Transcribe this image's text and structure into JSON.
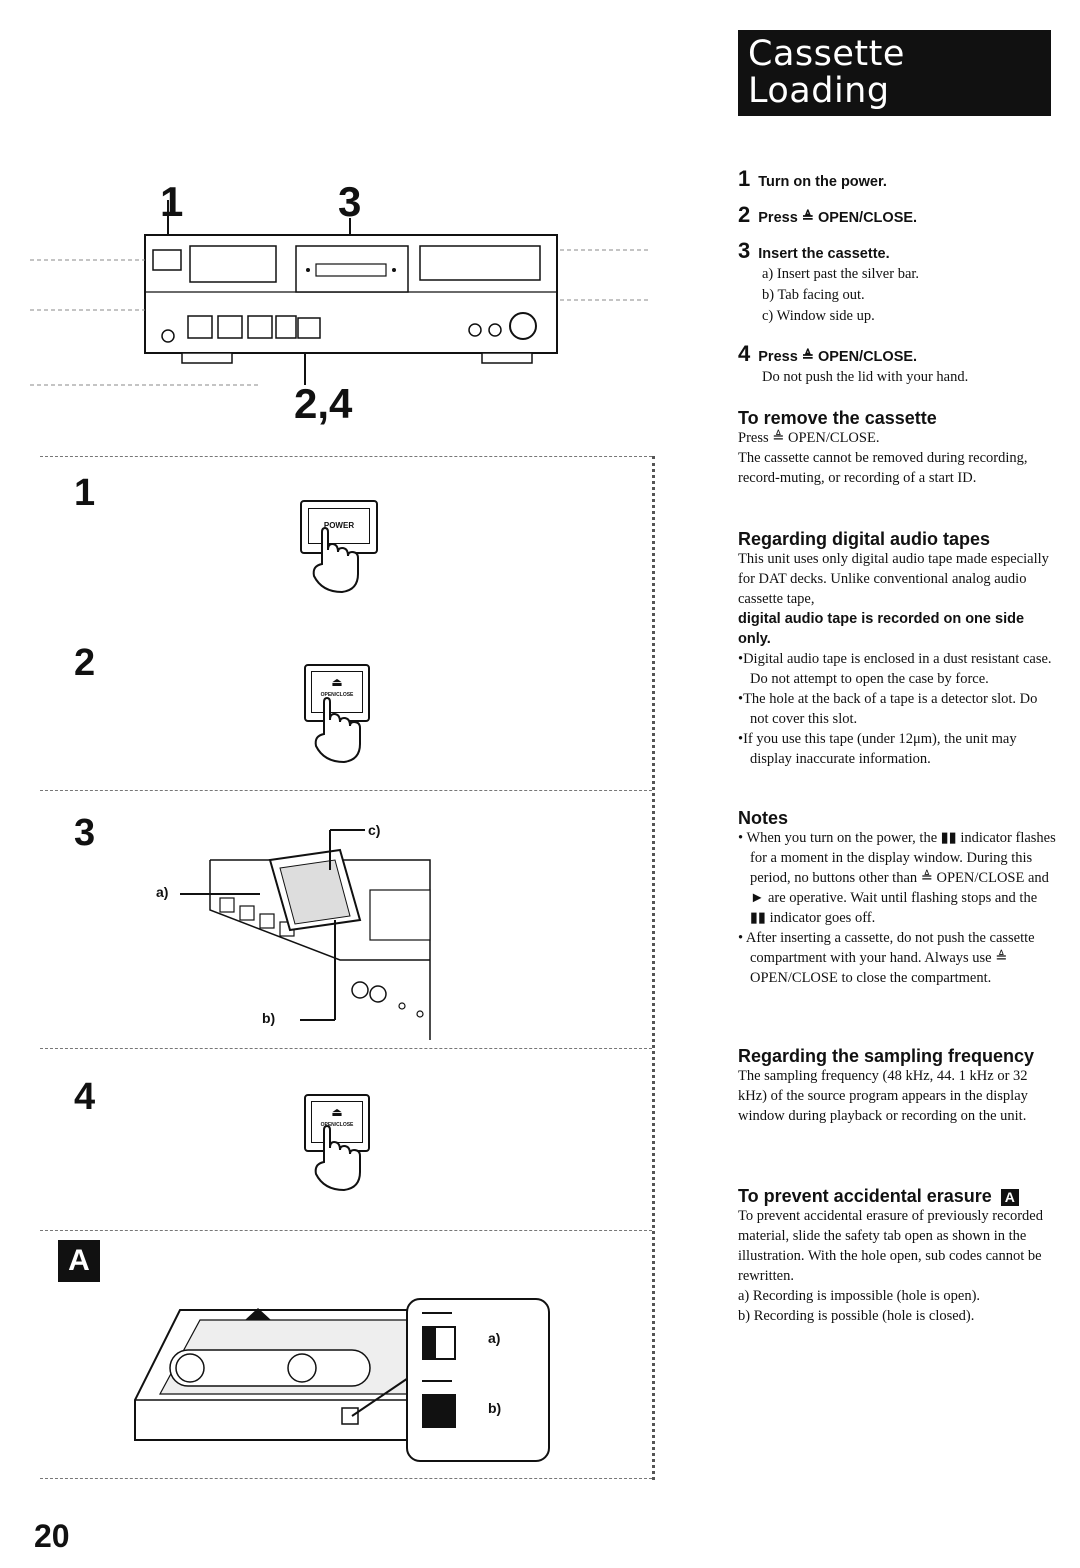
{
  "title": {
    "line1": "Cassette",
    "line2": "Loading"
  },
  "steps": [
    {
      "num": "1",
      "text": "Turn on the power."
    },
    {
      "num": "2",
      "text": "Press ≜ OPEN/CLOSE."
    },
    {
      "num": "3",
      "text": "Insert the cassette."
    },
    {
      "num": "4",
      "text": "Press ≜ OPEN/CLOSE."
    }
  ],
  "step3_subs": [
    "a)  Insert past the silver bar.",
    "b)  Tab facing out.",
    "c)  Window side up."
  ],
  "step4_note": "Do not push the lid with your hand.",
  "remove": {
    "heading": "To remove the cassette",
    "line1": "Press ≜ OPEN/CLOSE.",
    "body": "The cassette cannot be removed during recording, record-muting, or recording of a start ID."
  },
  "dat": {
    "heading": "Regarding digital audio tapes",
    "body": "This unit uses only digital audio tape made especially for DAT decks. Unlike conventional analog audio cassette tape,",
    "bold": "digital audio tape is recorded on one side only.",
    "bullets": [
      "•Digital audio tape is enclosed in a dust resistant case. Do not attempt to open the case by force.",
      "•The hole at the back of a tape is a detector slot. Do not cover this slot.",
      "•If you use this tape (under 12μm), the unit may display inaccurate information."
    ]
  },
  "notes": {
    "heading": "Notes",
    "bullets": [
      "• When you turn on the power, the ▮▮ indicator flashes for a moment in the display window. During this period, no buttons other than ≜ OPEN/CLOSE and ► are operative. Wait until flashing stops and the ▮▮ indicator goes off.",
      "• After inserting a cassette, do not push the cassette compartment with your hand. Always use ≜ OPEN/CLOSE to close the compartment."
    ]
  },
  "sampling": {
    "heading": "Regarding the sampling frequency",
    "body": "The sampling frequency (48 kHz, 44. 1 kHz or 32 kHz) of the source program appears in the display window during playback or recording on the unit."
  },
  "erasure": {
    "heading": "To prevent accidental erasure",
    "badge": "A",
    "body": "To prevent accidental erasure of previously recorded material, slide the safety tab open as shown in the illustration. With the hole open, sub codes cannot be rewritten.",
    "items": [
      "a)  Recording is impossible (hole is open).",
      "b)  Recording is possible (hole is closed)."
    ]
  },
  "illustration": {
    "callout_1": "1",
    "callout_3": "3",
    "callout_24": "2,4",
    "step_labels": [
      "1",
      "2",
      "3",
      "4"
    ],
    "power_label": "POWER",
    "openclose_label": "OPEN/CLOSE",
    "label_a": "a)",
    "label_b": "b)",
    "label_c": "c)",
    "section_badge": "A",
    "tab_a": "a)",
    "tab_b": "b)"
  },
  "page_number": "20"
}
